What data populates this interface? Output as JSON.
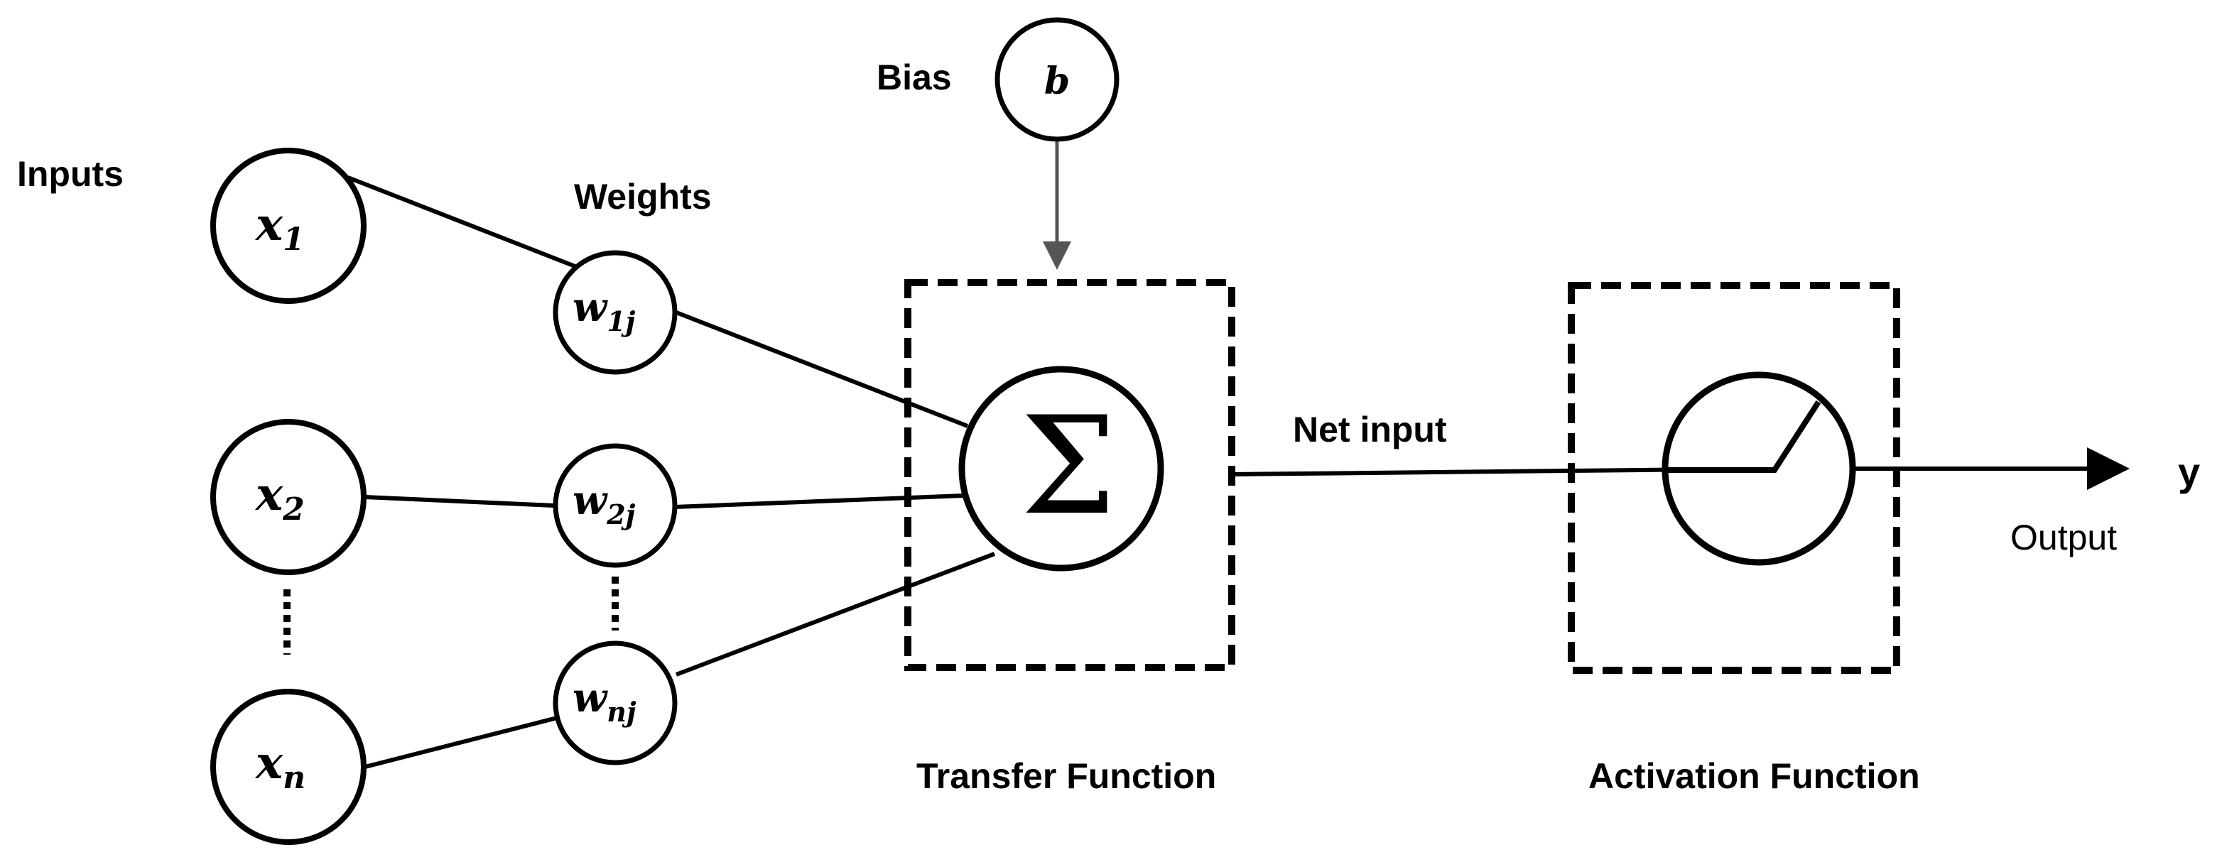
{
  "labels": {
    "inputs": "Inputs",
    "weights": "Weights",
    "bias": "Bias",
    "net_input": "Net input",
    "output_symbol": "y",
    "output": "Output",
    "transfer_function": "Transfer Function",
    "activation_function": "Activation Function"
  },
  "inputs": [
    {
      "base": "x",
      "sub": "1"
    },
    {
      "base": "x",
      "sub": "2"
    },
    {
      "base": "x",
      "sub": "n"
    }
  ],
  "weights": [
    {
      "base": "w",
      "sub": "1j"
    },
    {
      "base": "w",
      "sub": "2j"
    },
    {
      "base": "w",
      "sub": "nj"
    }
  ],
  "bias_symbol": "b",
  "sum_symbol": "Σ"
}
